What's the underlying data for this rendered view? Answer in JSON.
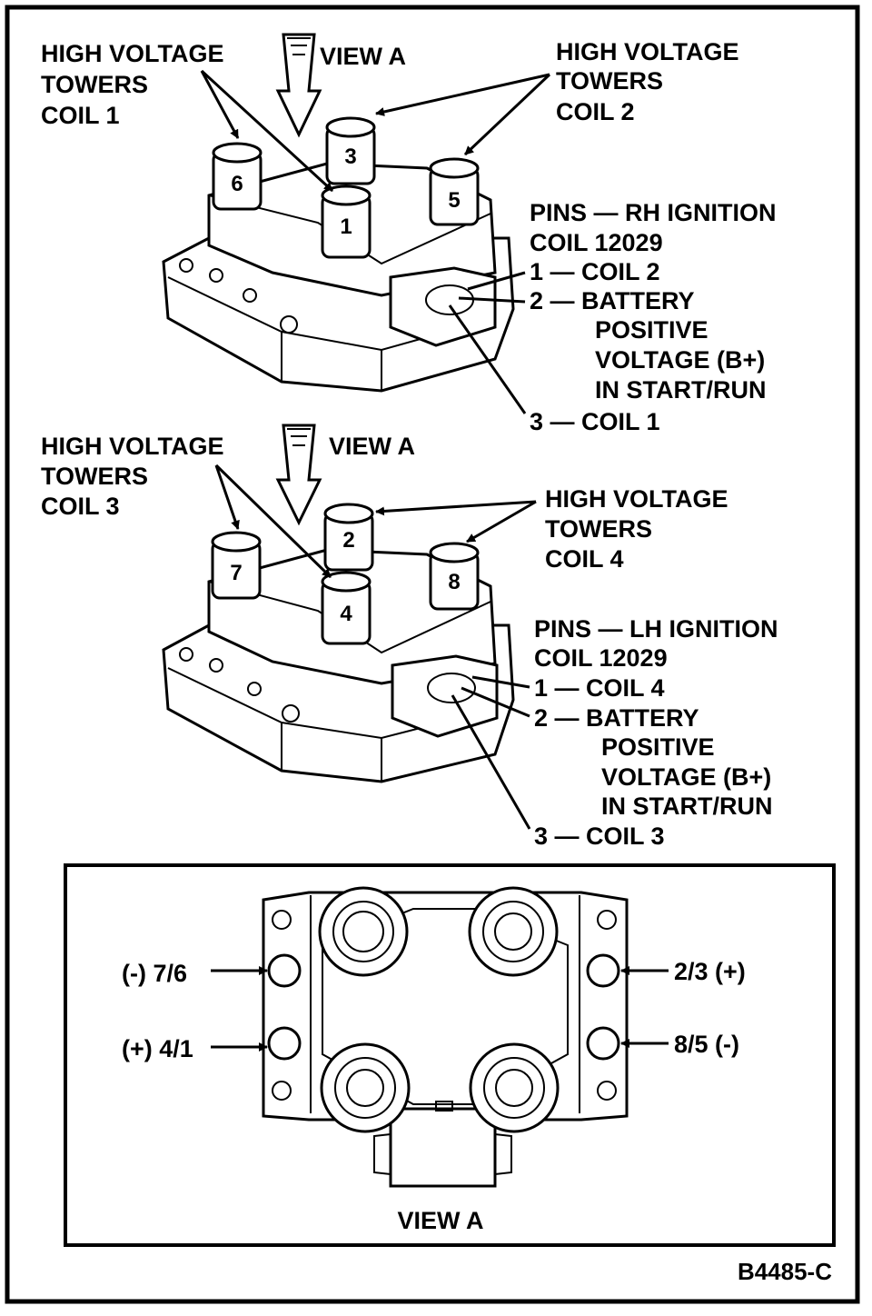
{
  "top": {
    "view_label": "VIEW A",
    "towers_coil1": [
      "HIGH VOLTAGE",
      "TOWERS",
      "COIL 1"
    ],
    "towers_coil2": [
      "HIGH VOLTAGE",
      "TOWERS",
      "COIL 2"
    ],
    "tower_numbers": [
      "3",
      "6",
      "5",
      "1"
    ],
    "pins_title": [
      "PINS — RH IGNITION",
      "COIL 12029"
    ],
    "pin1": "1 — COIL 2",
    "pin2": [
      "2 — BATTERY",
      "POSITIVE",
      "VOLTAGE (B+)",
      "IN START/RUN"
    ],
    "pin3": "3 — COIL 1"
  },
  "middle": {
    "view_label": "VIEW A",
    "towers_coil3": [
      "HIGH VOLTAGE",
      "TOWERS",
      "COIL 3"
    ],
    "towers_coil4": [
      "HIGH VOLTAGE",
      "TOWERS",
      "COIL 4"
    ],
    "tower_numbers": [
      "2",
      "7",
      "8",
      "4"
    ],
    "pins_title": [
      "PINS — LH IGNITION",
      "COIL 12029"
    ],
    "pin1": "1 — COIL 4",
    "pin2": [
      "2 — BATTERY",
      "POSITIVE",
      "VOLTAGE (B+)",
      "IN START/RUN"
    ],
    "pin3": "3 — COIL 3"
  },
  "view_a": {
    "left_upper": "(-) 7/6",
    "left_lower": "(+) 4/1",
    "right_upper": "2/3 (+)",
    "right_lower": "8/5 (-)",
    "caption": "VIEW A"
  },
  "figure_code": "B4485-C"
}
